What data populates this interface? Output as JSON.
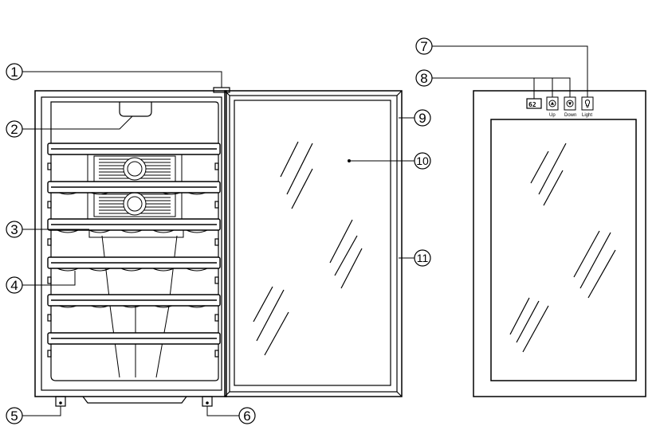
{
  "callouts": [
    {
      "id": "c1",
      "number": "1"
    },
    {
      "id": "c2",
      "number": "2"
    },
    {
      "id": "c3",
      "number": "3"
    },
    {
      "id": "c4",
      "number": "4"
    },
    {
      "id": "c5",
      "number": "5"
    },
    {
      "id": "c6",
      "number": "6"
    },
    {
      "id": "c7",
      "number": "7"
    },
    {
      "id": "c8",
      "number": "8"
    },
    {
      "id": "c9",
      "number": "9"
    },
    {
      "id": "c10",
      "number": "10"
    },
    {
      "id": "c11",
      "number": "11"
    }
  ],
  "control_panel": {
    "display_value": "62",
    "up_label": "Up",
    "down_label": "Down",
    "light_label": "Light",
    "up_icon": "triangle-up-icon",
    "down_icon": "triangle-down-icon",
    "light_icon": "light-bulb-icon"
  },
  "colors": {
    "line": "#000000",
    "background": "#ffffff"
  }
}
